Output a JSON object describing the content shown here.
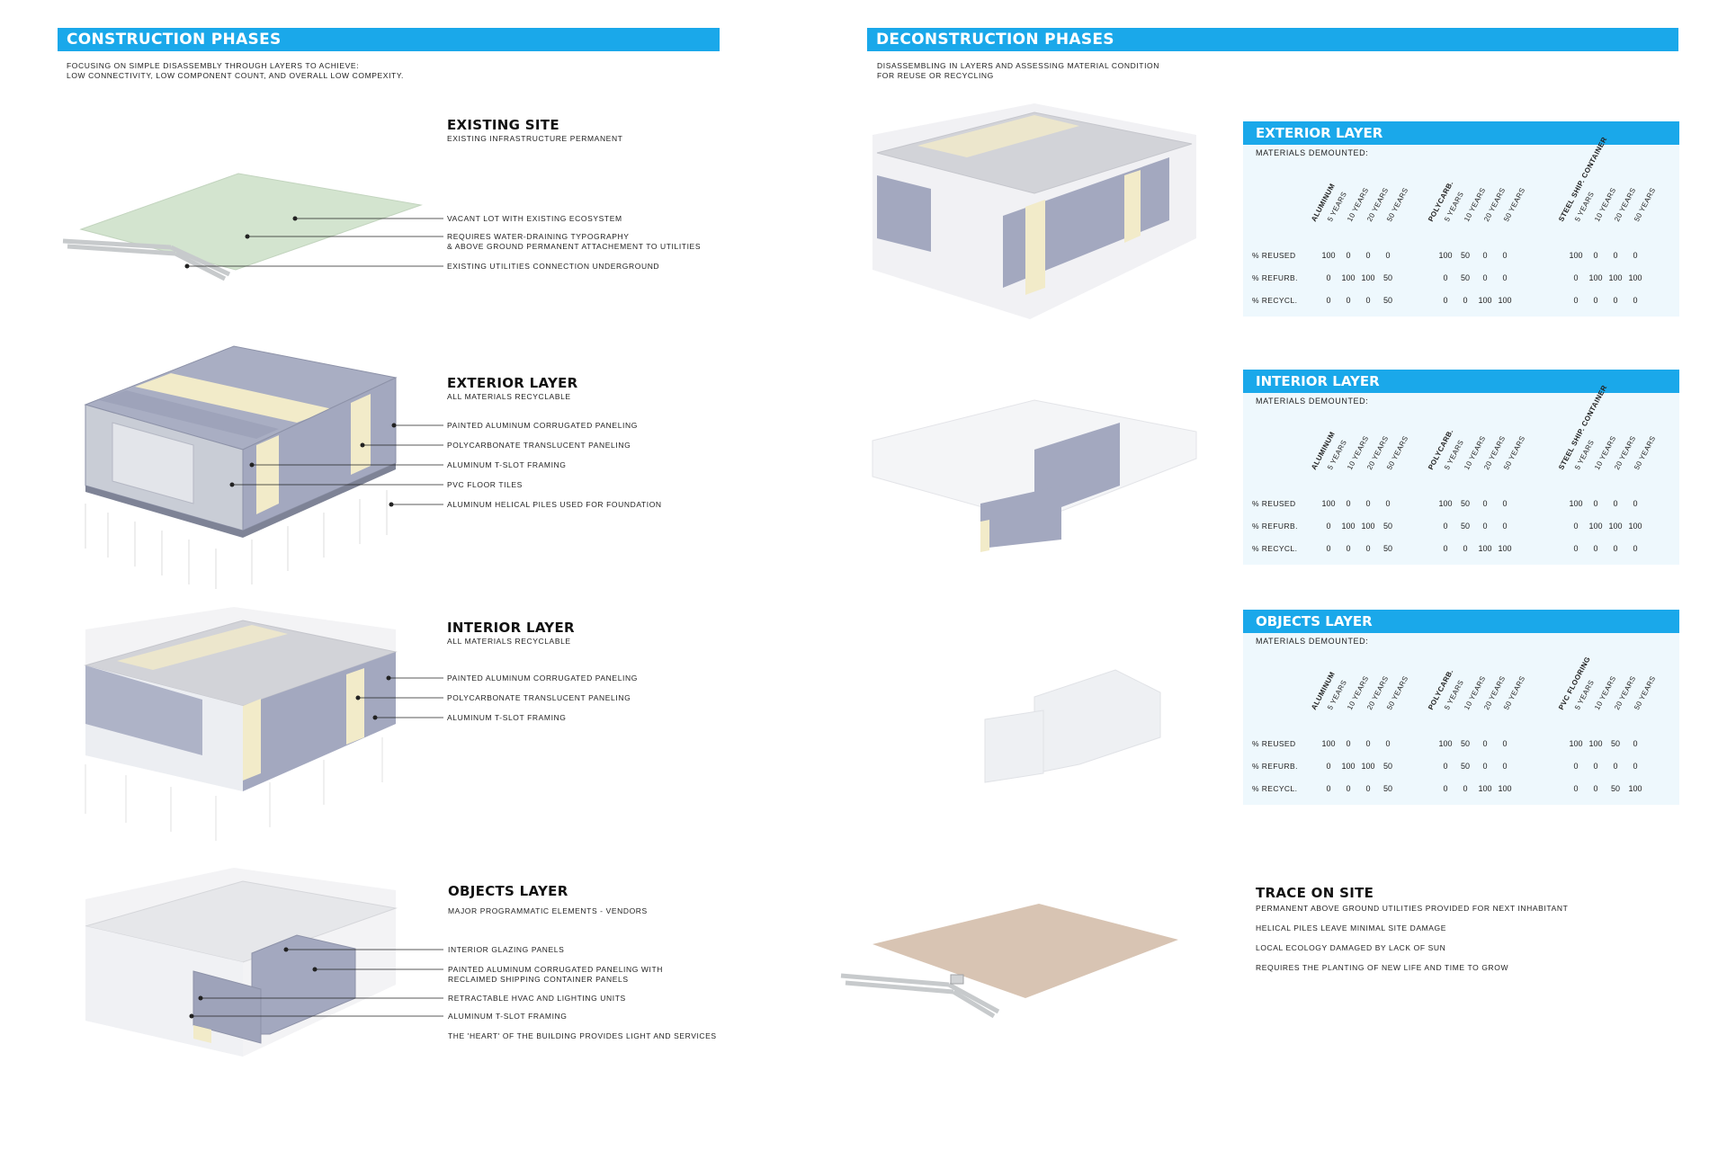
{
  "construction": {
    "banner": "CONSTRUCTION PHASES",
    "intro": [
      "FOCUSING ON SIMPLE DISASSEMBLY THROUGH LAYERS TO ACHIEVE:",
      "LOW CONNECTIVITY, LOW COMPONENT COUNT, AND OVERALL LOW COMPEXITY."
    ],
    "existing_site": {
      "title": "EXISTING SITE",
      "subtitle": "EXISTING INFRASTRUCTURE PERMANENT",
      "callouts": [
        "VACANT LOT WITH EXISTING ECOSYSTEM",
        "REQUIRES WATER-DRAINING TYPOGRAPHY",
        "& ABOVE GROUND PERMANENT ATTACHEMENT TO UTILITIES",
        "EXISTING UTILITIES CONNECTION UNDERGROUND"
      ]
    },
    "exterior_layer": {
      "title": "EXTERIOR LAYER",
      "subtitle": "ALL MATERIALS RECYCLABLE",
      "callouts": [
        "PAINTED ALUMINUM CORRUGATED PANELING",
        "POLYCARBONATE TRANSLUCENT PANELING",
        "ALUMINUM T-SLOT FRAMING",
        "PVC FLOOR TILES",
        "ALUMINUM HELICAL PILES USED FOR FOUNDATION"
      ]
    },
    "interior_layer": {
      "title": "INTERIOR LAYER",
      "subtitle": "ALL MATERIALS RECYCLABLE",
      "callouts": [
        "PAINTED ALUMINUM CORRUGATED PANELING",
        "POLYCARBONATE TRANSLUCENT PANELING",
        "ALUMINUM T-SLOT FRAMING"
      ]
    },
    "objects_layer": {
      "title": "OBJECTS LAYER",
      "subtitle": "MAJOR PROGRAMMATIC ELEMENTS - VENDORS",
      "callouts": [
        "INTERIOR GLAZING PANELS",
        "PAINTED ALUMINUM CORRUGATED PANELING WITH",
        "RECLAIMED SHIPPING CONTAINER PANELS",
        "RETRACTABLE HVAC AND LIGHTING UNITS",
        "ALUMINUM T-SLOT FRAMING",
        "THE 'HEART' OF THE BUILDING PROVIDES LIGHT AND SERVICES"
      ]
    }
  },
  "deconstruction": {
    "banner": "DECONSTRUCTION PHASES",
    "intro": [
      "DISASSEMBLING IN LAYERS AND ASSESSING MATERIAL CONDITION",
      "FOR REUSE OR RECYCLING"
    ],
    "row_labels": [
      "% REUSED",
      "% REFURB.",
      "% RECYCL."
    ],
    "year_labels": [
      "5 YEARS",
      "10 YEARS",
      "20 YEARS",
      "50 YEARS"
    ],
    "materials_label": "MATERIALS DEMOUNTED:",
    "tables": [
      {
        "title": "EXTERIOR LAYER",
        "groups": [
          {
            "material": "ALUMINUM",
            "rows": [
              [
                "100",
                "0",
                "0",
                "0"
              ],
              [
                "0",
                "100",
                "100",
                "50"
              ],
              [
                "0",
                "0",
                "0",
                "50"
              ]
            ]
          },
          {
            "material": "POLYCARB.",
            "rows": [
              [
                "100",
                "50",
                "0",
                "0"
              ],
              [
                "0",
                "50",
                "0",
                "0"
              ],
              [
                "0",
                "0",
                "100",
                "100"
              ]
            ]
          },
          {
            "material": "STEEL SHIP. CONTAINER",
            "rows": [
              [
                "100",
                "0",
                "0",
                "0"
              ],
              [
                "0",
                "100",
                "100",
                "100"
              ],
              [
                "0",
                "0",
                "0",
                "0"
              ]
            ]
          }
        ]
      },
      {
        "title": "INTERIOR LAYER",
        "groups": [
          {
            "material": "ALUMINUM",
            "rows": [
              [
                "100",
                "0",
                "0",
                "0"
              ],
              [
                "0",
                "100",
                "100",
                "50"
              ],
              [
                "0",
                "0",
                "0",
                "50"
              ]
            ]
          },
          {
            "material": "POLYCARB.",
            "rows": [
              [
                "100",
                "50",
                "0",
                "0"
              ],
              [
                "0",
                "50",
                "0",
                "0"
              ],
              [
                "0",
                "0",
                "100",
                "100"
              ]
            ]
          },
          {
            "material": "STEEL SHIP. CONTAINER",
            "rows": [
              [
                "100",
                "0",
                "0",
                "0"
              ],
              [
                "0",
                "100",
                "100",
                "100"
              ],
              [
                "0",
                "0",
                "0",
                "0"
              ]
            ]
          }
        ]
      },
      {
        "title": "OBJECTS LAYER",
        "groups": [
          {
            "material": "ALUMINUM",
            "rows": [
              [
                "100",
                "0",
                "0",
                "0"
              ],
              [
                "0",
                "100",
                "100",
                "50"
              ],
              [
                "0",
                "0",
                "0",
                "50"
              ]
            ]
          },
          {
            "material": "POLYCARB.",
            "rows": [
              [
                "100",
                "50",
                "0",
                "0"
              ],
              [
                "0",
                "50",
                "0",
                "0"
              ],
              [
                "0",
                "0",
                "100",
                "100"
              ]
            ]
          },
          {
            "material": "PVC FLOORING",
            "rows": [
              [
                "100",
                "100",
                "50",
                "0"
              ],
              [
                "0",
                "0",
                "0",
                "0"
              ],
              [
                "0",
                "0",
                "50",
                "100"
              ]
            ]
          }
        ]
      }
    ],
    "trace": {
      "title": "TRACE ON SITE",
      "lines": [
        "PERMANENT ABOVE GROUND UTILITIES PROVIDED FOR NEXT INHABITANT",
        "HELICAL PILES LEAVE MINIMAL SITE DAMAGE",
        "LOCAL ECOLOGY DAMAGED BY LACK OF SUN",
        "REQUIRES THE PLANTING OF NEW LIFE AND TIME TO GROW"
      ]
    }
  },
  "colors": {
    "accent": "#1aa8ea",
    "panel_bg": "#eef8fd",
    "site_green": "#d3e4cf",
    "site_tan": "#d8c4b3",
    "panel_grey": "#9aa0b8",
    "poly_cream": "#f2ebc9"
  }
}
